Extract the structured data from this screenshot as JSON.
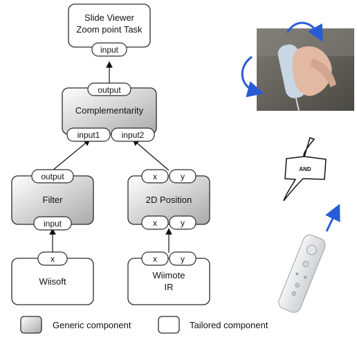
{
  "nodes": {
    "slide_viewer": {
      "line1": "Slide Viewer",
      "line2": "Zoom point Task",
      "port_in": "input"
    },
    "complementarity": {
      "label": "Complementarity",
      "port_out": "output",
      "port_in1": "input1",
      "port_in2": "input2"
    },
    "filter": {
      "label": "Filter",
      "port_out": "output",
      "port_in": "input"
    },
    "position2d": {
      "label": "2D Position",
      "port_out_x": "x",
      "port_out_y": "y",
      "port_in_x": "x",
      "port_in_y": "y"
    },
    "wiisoft": {
      "label": "Wiisoft",
      "port_out": "x"
    },
    "wiimote_ir": {
      "line1": "Wiimote",
      "line2": "IR",
      "port_out_x": "x",
      "port_out_y": "y"
    }
  },
  "legend": {
    "generic": "Generic component",
    "tailored": "Tailored component"
  },
  "illustration": {
    "and_sign": "AND"
  },
  "colors": {
    "generic_light": "#ffffff",
    "generic_dark": "#a9a9a9",
    "stroke": "#2b2b2b",
    "arrow_blue": "#2a5bd7"
  }
}
